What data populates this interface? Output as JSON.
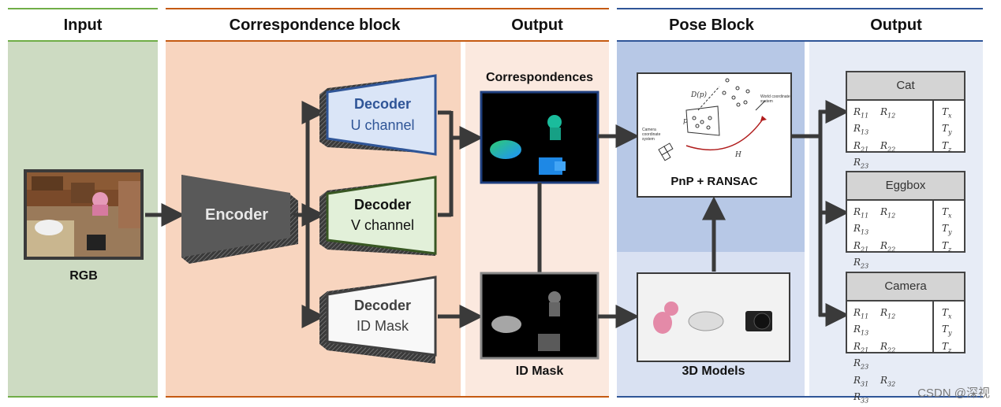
{
  "headers": {
    "input": "Input",
    "correspondence": "Correspondence block",
    "output1": "Output",
    "pose": "Pose Block",
    "output2": "Output"
  },
  "labels": {
    "rgb": "RGB",
    "encoder": "Encoder",
    "correspondences": "Correspondences",
    "id_mask": "ID Mask",
    "pnp": "PnP + RANSAC",
    "models_3d": "3D Models"
  },
  "decoders": [
    {
      "title": "Decoder",
      "subtitle": "U channel"
    },
    {
      "title": "Decoder",
      "subtitle": "V channel"
    },
    {
      "title": "Decoder",
      "subtitle": "ID Mask"
    }
  ],
  "pnp_figure": {
    "dp": "D(p)",
    "p": "p",
    "world": "World coordinate system",
    "camera": "Camera coordinate system",
    "h": "H"
  },
  "outputs": [
    {
      "name": "Cat"
    },
    {
      "name": "Eggbox"
    },
    {
      "name": "Camera"
    }
  ],
  "matrix": {
    "rotation": [
      "R11",
      "R12",
      "R13",
      "R21",
      "R22",
      "R23",
      "R31",
      "R32",
      "R33"
    ],
    "translation": [
      "Tx",
      "Ty",
      "Tz"
    ]
  },
  "colors": {
    "green_section": "#cddbc2",
    "peach_section": "#f8d5bf",
    "light_peach": "#fbe9df",
    "blue_section": "#b7c8e6",
    "light_blue": "#d9e1f2",
    "decoder_u": "#dae5f7",
    "decoder_v": "#e2f0d9",
    "decoder_id": "#f2f2f2",
    "encoder": "#595959"
  },
  "watermark": "CSDN @深视"
}
